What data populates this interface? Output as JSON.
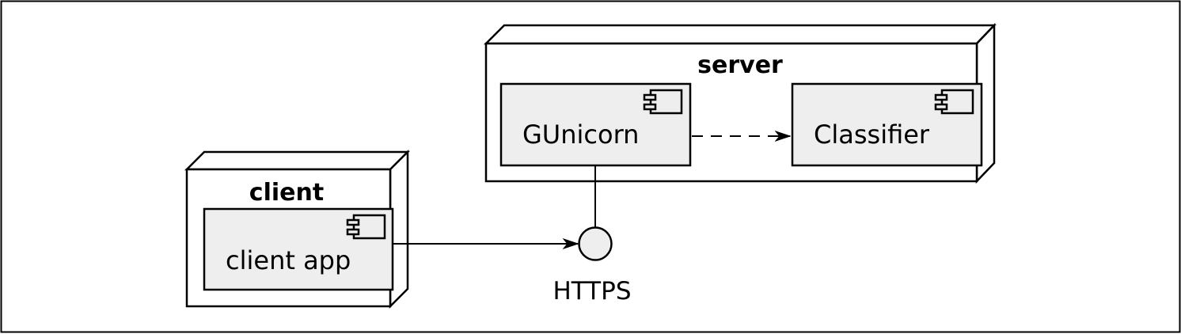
{
  "nodes": {
    "client": {
      "title": "client",
      "component": "client app"
    },
    "server": {
      "title": "server",
      "components": {
        "gunicorn": "GUnicorn",
        "classifier": "Classifier"
      }
    }
  },
  "interface": {
    "label": "HTTPS"
  },
  "colors": {
    "stroke": "#000000",
    "node_fill": "#ffffff",
    "component_fill": "#eeeeee",
    "background": "#ffffff"
  }
}
